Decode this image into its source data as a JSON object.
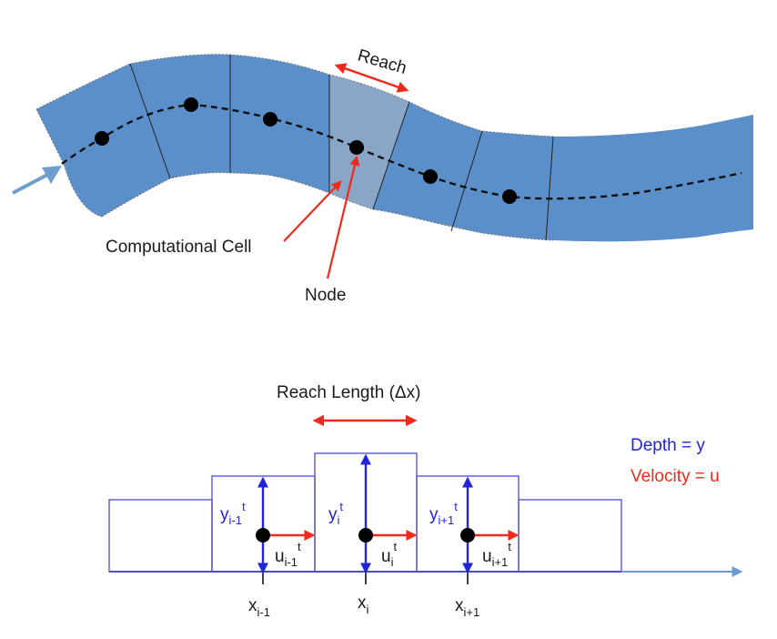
{
  "top": {
    "reach_label": "Reach",
    "cell_label": "Computational Cell",
    "node_label": "Node"
  },
  "bottom": {
    "reach_length_label": "Reach Length (Δx)",
    "depth_legend": "Depth = y",
    "velocity_legend": "Velocity = u",
    "depth_symbol": "y",
    "velocity_symbol": "u",
    "position_symbol": "x",
    "time_superscript": "t",
    "subscripts": [
      "i-1",
      "i",
      "i+1"
    ]
  },
  "colors": {
    "channel_fill": "#5b8fc9",
    "highlight_cell": "#8aa6c6",
    "flow_arrow": "#6f9fd1",
    "red": "#ee2a1c",
    "blue": "#2323d8",
    "cell_outline": "#4a4ae0",
    "axis": "#4a4ae0",
    "axis_arrow": "#6b9bd2",
    "node": "#000000",
    "text": "#1a1a1a"
  },
  "icons": {
    "flow": "arrow-right-icon",
    "node": "filled-circle"
  }
}
